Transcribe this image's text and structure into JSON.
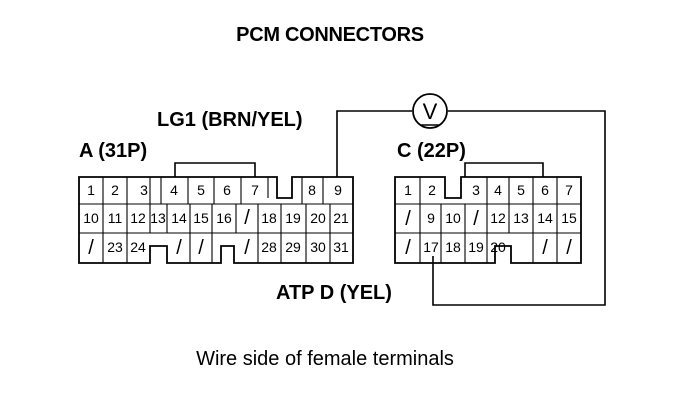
{
  "title": "PCM CONNECTORS",
  "caption": "Wire side of female terminals",
  "wire_label": "LG1 (BRN/YEL)",
  "probe_wire_label": "ATP D (YEL)",
  "meter_symbol": "V",
  "connectors": [
    {
      "label": "A (31P)",
      "rows": [
        [
          "1",
          "2",
          "3",
          "4",
          "5",
          "6",
          "7",
          "",
          "8",
          "9"
        ],
        [
          "10",
          "11",
          "12",
          "13",
          "14",
          "15",
          "16",
          "/",
          "18",
          "19",
          "20",
          "21"
        ],
        [
          "/",
          "23",
          "24",
          "/",
          "/",
          "/",
          "/",
          "28",
          "29",
          "30",
          "31"
        ]
      ]
    },
    {
      "label": "C (22P)",
      "rows": [
        [
          "1",
          "2",
          "3",
          "4",
          "5",
          "6",
          "7"
        ],
        [
          "/",
          "9",
          "10",
          "/",
          "12",
          "13",
          "14",
          "15"
        ],
        [
          "/",
          "17",
          "18",
          "19",
          "20",
          "/",
          "/"
        ]
      ]
    }
  ],
  "colors": {
    "line": "#000000",
    "background": "#ffffff"
  }
}
